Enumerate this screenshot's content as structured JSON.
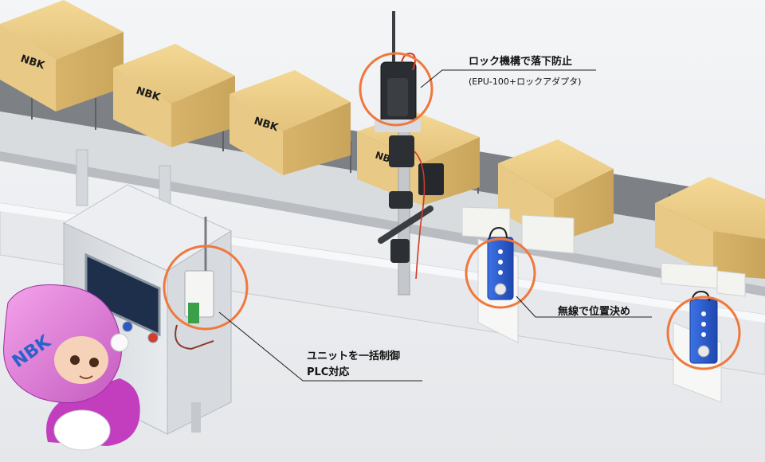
{
  "brand": "NBK",
  "callouts": {
    "lock": {
      "title": "ロック機構で落下防止",
      "subtitle": "(EPU-100+ロックアダプタ)"
    },
    "wireless": {
      "title": "無線で位置決め"
    },
    "unit": {
      "line1": "ユニットを一括制御",
      "line2": "PLC対応"
    }
  },
  "colors": {
    "accent_ring": "#f0783c",
    "box": "#e2c27c",
    "device_blue": "#2f5fd1",
    "mascot_pink": "#e07ad4"
  }
}
